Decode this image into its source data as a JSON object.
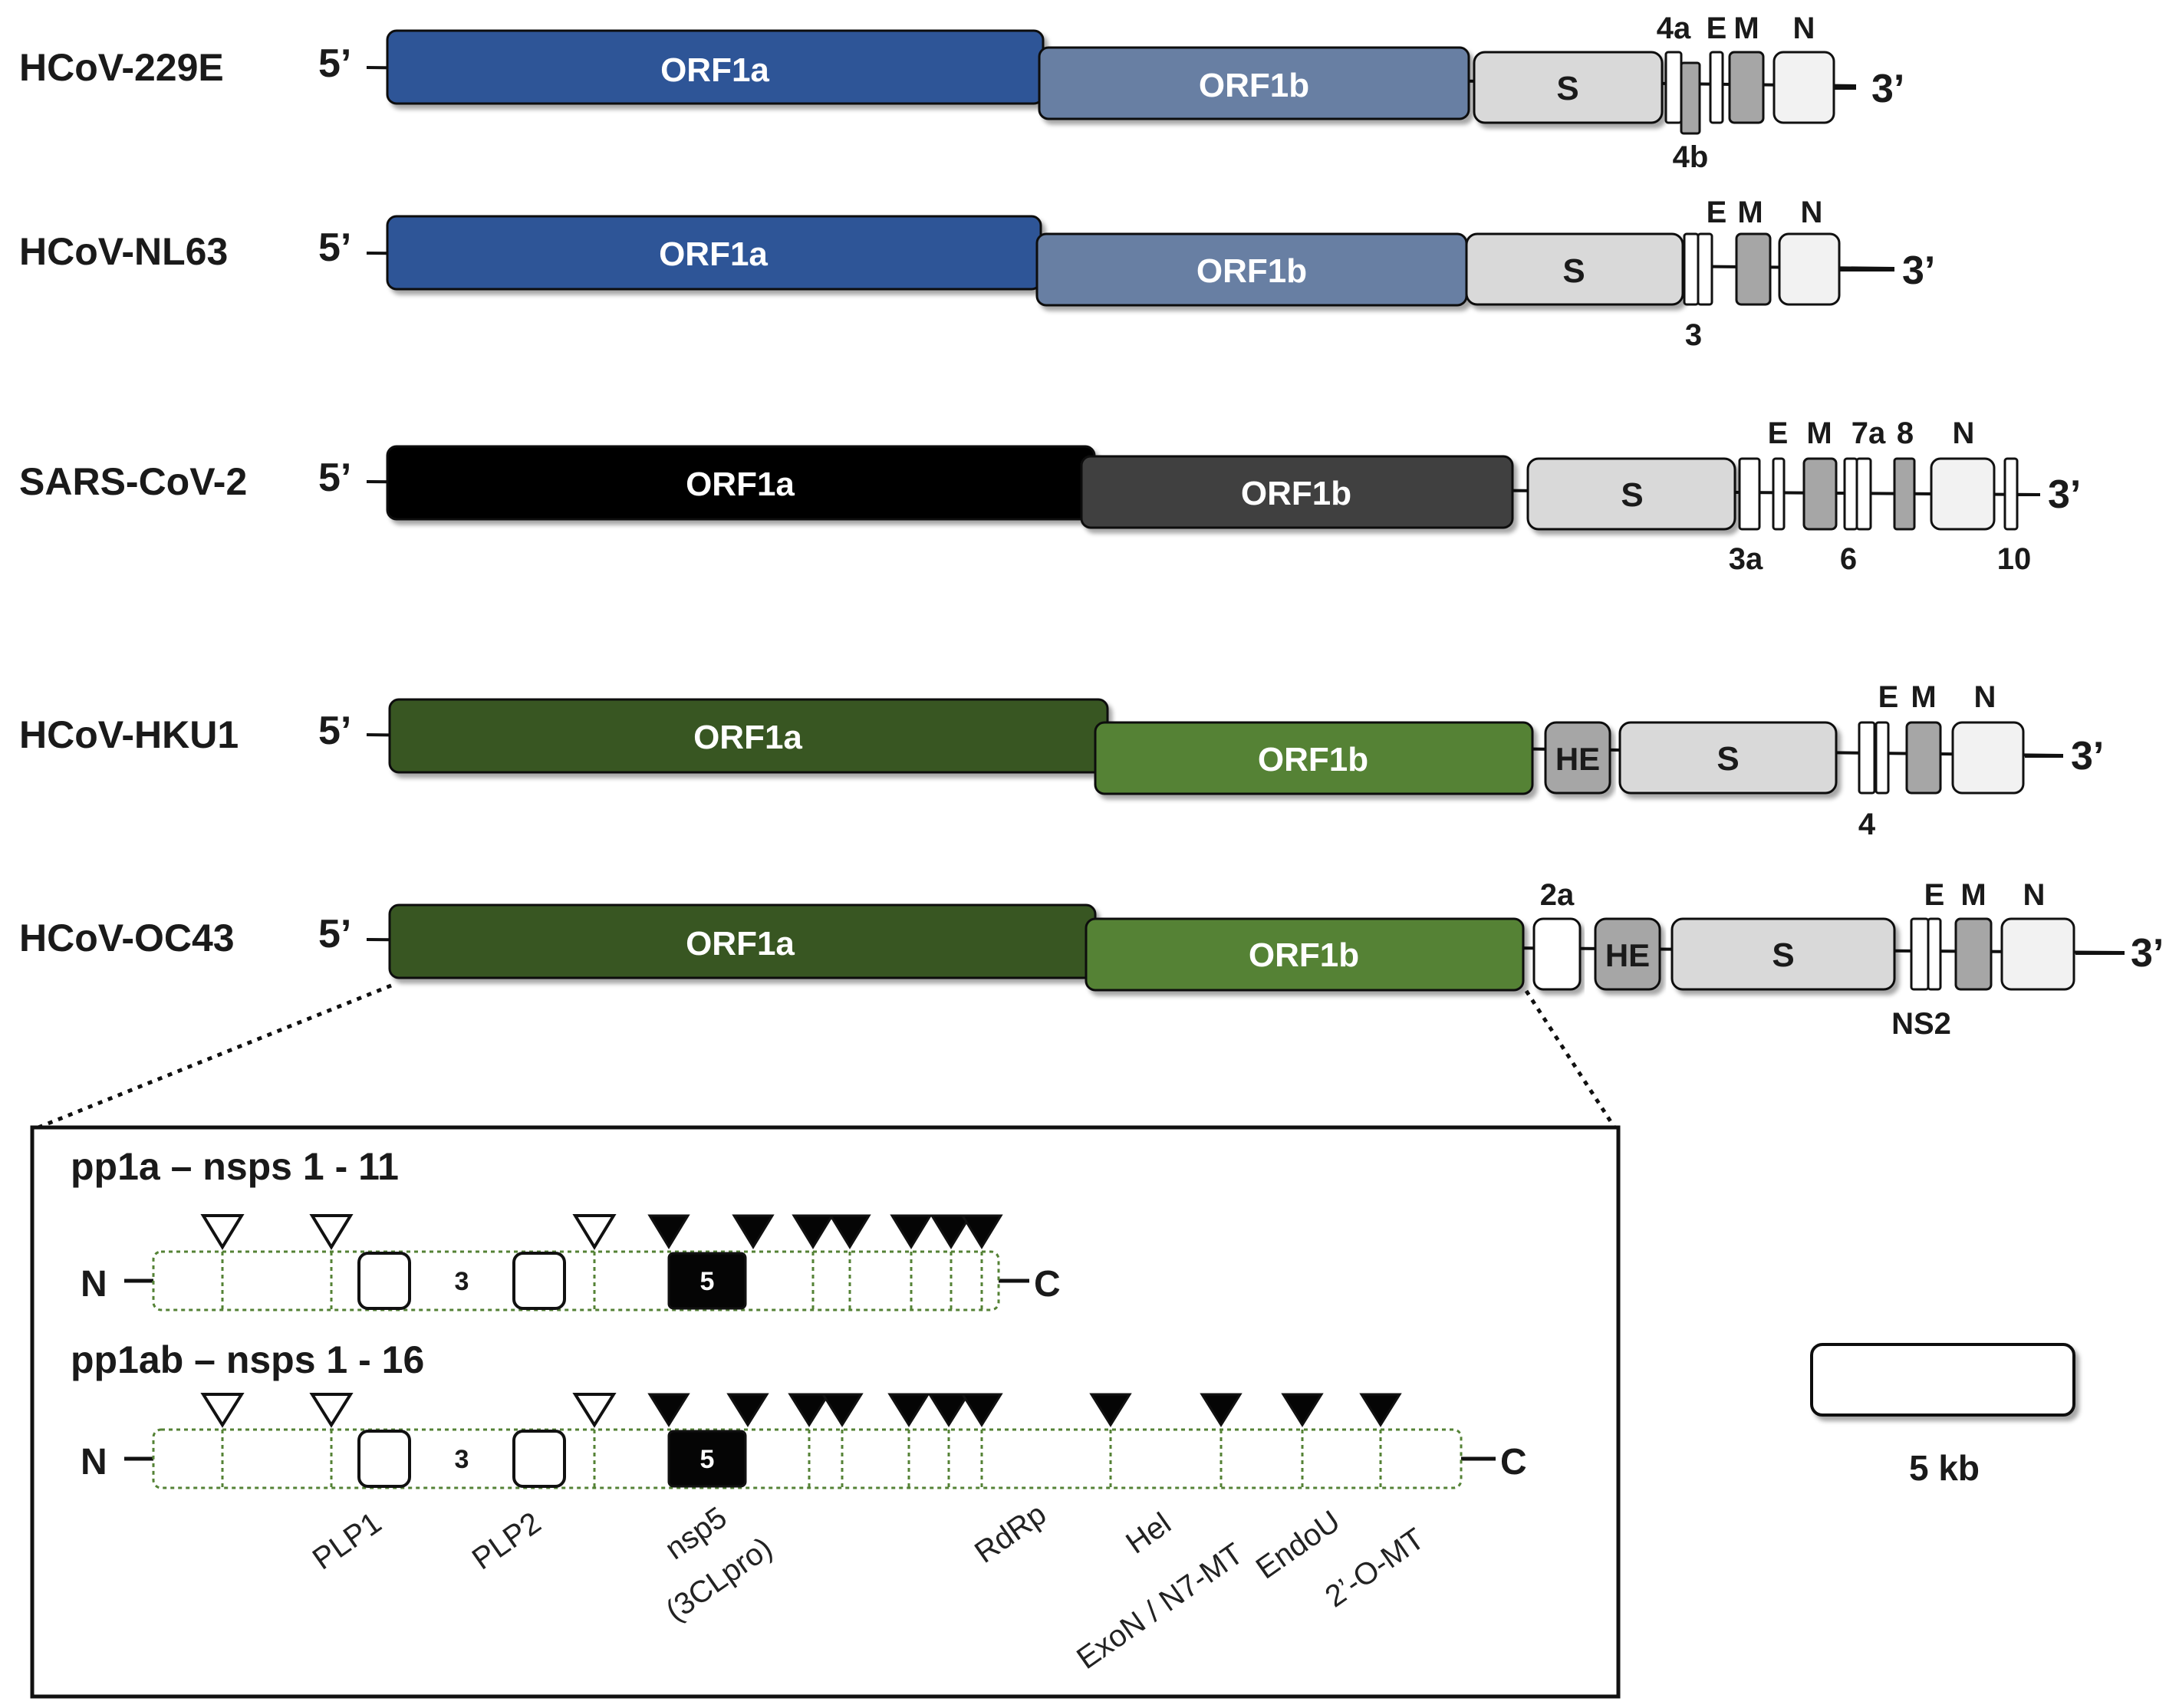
{
  "colors": {
    "blue_dark": "#2f5597",
    "blue_light": "#687fa3",
    "black": "#050505",
    "gray_dark": "#404040",
    "green_dark": "#375623",
    "green_light": "#548235",
    "gene_light": "#d9d9d9",
    "gene_gray": "#a6a6a6",
    "gene_white": "#f2f2f2",
    "nsp_border": "#548235"
  },
  "labels": {
    "five_prime": "5’",
    "three_prime": "3’",
    "orf1a": "ORF1a",
    "orf1b": "ORF1b",
    "S": "S",
    "E": "E",
    "M": "M",
    "N": "N",
    "HE": "HE",
    "g4a": "4a",
    "g4b": "4b",
    "g3": "3",
    "g3a": "3a",
    "g6": "6",
    "g7a": "7a",
    "g8": "8",
    "g10": "10",
    "g4": "4",
    "g2a": "2a",
    "NS2": "NS2"
  },
  "viruses": [
    {
      "name": "HCoV-229E"
    },
    {
      "name": "HCoV-NL63"
    },
    {
      "name": "SARS-CoV-2"
    },
    {
      "name": "HCoV-HKU1"
    },
    {
      "name": "HCoV-OC43"
    }
  ],
  "inset": {
    "pp1a_title": "pp1a – nsps 1 - 11",
    "pp1ab_title": "pp1ab – nsps 1 - 16",
    "n_term": "N",
    "c_term": "C",
    "nsp3": "3",
    "nsp5": "5",
    "domains": {
      "plp1": "PLP1",
      "plp2": "PLP2",
      "nsp5_line1": "nsp5",
      "nsp5_line2": "(3CLpro)",
      "rdrp": "RdRp",
      "hel": "Hel",
      "exon": "ExoN / N7-MT",
      "endou": "EndoU",
      "omt": "2’-O-MT"
    }
  },
  "scale": {
    "label": "5 kb"
  }
}
